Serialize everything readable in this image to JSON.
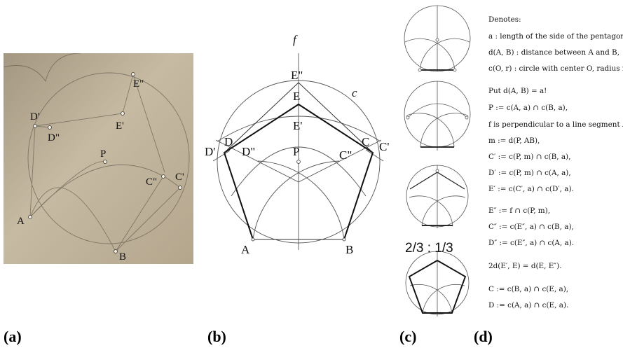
{
  "panels": {
    "a": {
      "label": "(a)",
      "points": [
        "A",
        "B",
        "P",
        "C\"",
        "C'",
        "D'",
        "D\"",
        "E'",
        "E\""
      ]
    },
    "b": {
      "label": "(b)",
      "points": {
        "f": "f",
        "c": "c",
        "E2": "E\"",
        "E": "E",
        "E1": "E'",
        "D": "D",
        "D1": "D'",
        "D2": "D\"",
        "P": "P",
        "C": "C",
        "C1": "C'",
        "C2": "C\"",
        "A": "A",
        "B": "B"
      }
    },
    "c": {
      "label": "(c)",
      "ratio": "2/3 : 1/3"
    },
    "d": {
      "label": "(d)",
      "lines": [
        "Denotes:",
        "a : length of the side of the pentagon,",
        "d(A, B) : distance between A and B,",
        "c(O, r) : circle with center O, radius r,",
        "Put d(A, B) = a!",
        "P := c(A, a) ∩ c(B, a),",
        "f is perpendicular to a line segment AB,",
        "m := d(P, AB),",
        "C′ := c(P, m) ∩ c(B, a),",
        "D′ := c(P, m) ∩ c(A, a),",
        "E′ := c(C′, a) ∩ c(D′, a).",
        "E″ := f ∩ c(P, m),",
        "C″ := c(E″, a) ∩ c(B, a),",
        "D″ := c(E″, a) ∩ c(A, a).",
        "2d(E′, E) = d(E, E″).",
        "C := c(B, a) ∩ c(E, a),",
        "D := c(A, a) ∩ c(E, a)."
      ]
    }
  }
}
